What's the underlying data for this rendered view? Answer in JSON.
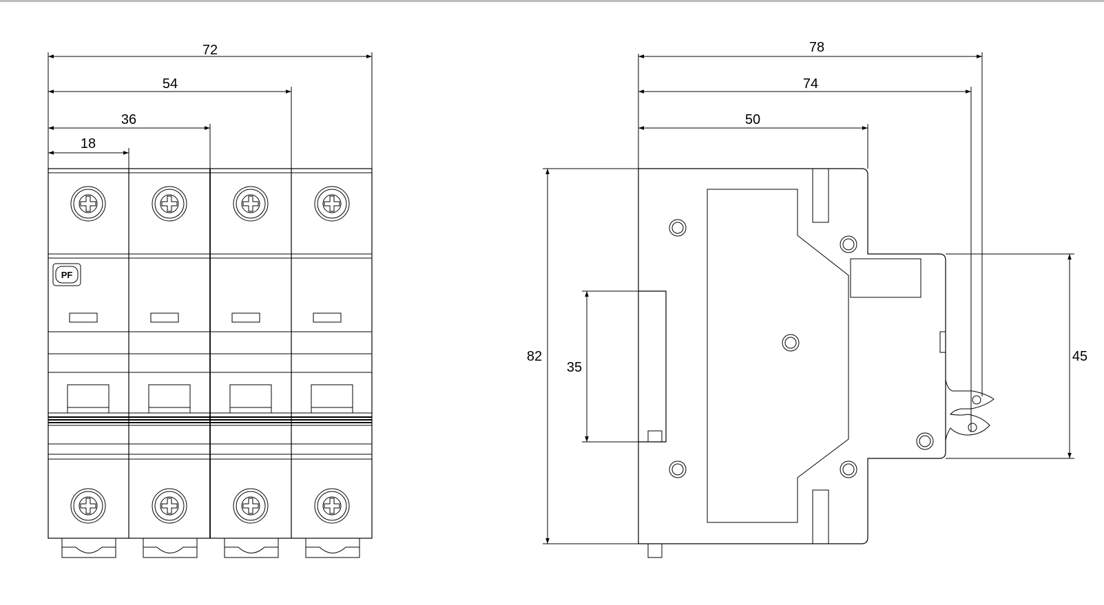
{
  "front_view": {
    "dimensions": [
      "72",
      "54",
      "36",
      "18"
    ],
    "logo_text": "PF"
  },
  "side_view": {
    "dimensions": [
      "78",
      "74",
      "50",
      "82",
      "35",
      "45"
    ]
  },
  "colors": {
    "line": "#000000",
    "background": "#ffffff",
    "topbar": "#bdbdbd"
  }
}
